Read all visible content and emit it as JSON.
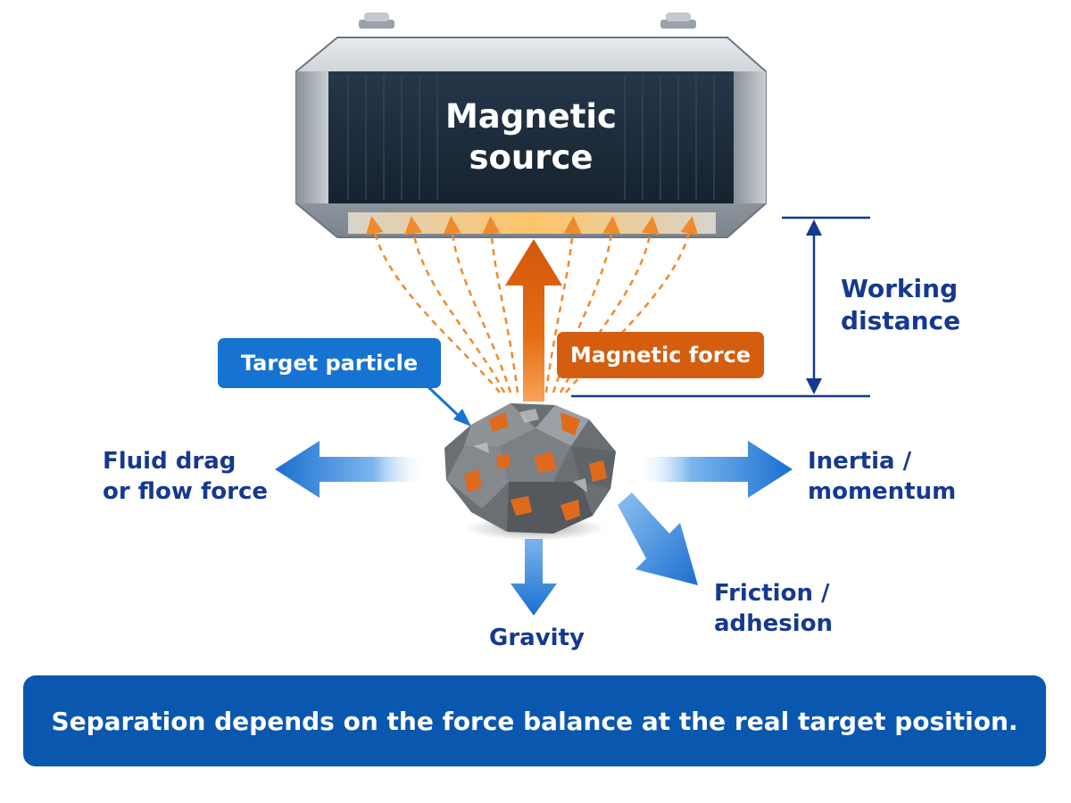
{
  "magnet": {
    "line1": "Magnetic",
    "line2": "source"
  },
  "callouts": {
    "target": "Target particle",
    "magnetic_force": "Magnetic force"
  },
  "labels": {
    "working_distance": [
      "Working",
      "distance"
    ],
    "fluid_drag": [
      "Fluid drag",
      "or flow force"
    ],
    "inertia": [
      "Inertia /",
      "momentum"
    ],
    "friction": [
      "Friction /",
      "adhesion"
    ],
    "gravity": "Gravity"
  },
  "banner": "Separation depends on the force balance at the real target position.",
  "colors": {
    "force_arrows": "#1a73d4",
    "magnetic_force": "#e0680f",
    "field_lines": "#f08a2c",
    "text_navy": "#15398f",
    "banner_bg": "#0a57b0",
    "magnet_face": "#1f2d3e"
  },
  "icons": [
    "magnetic-source-icon",
    "rock-particle-icon"
  ]
}
